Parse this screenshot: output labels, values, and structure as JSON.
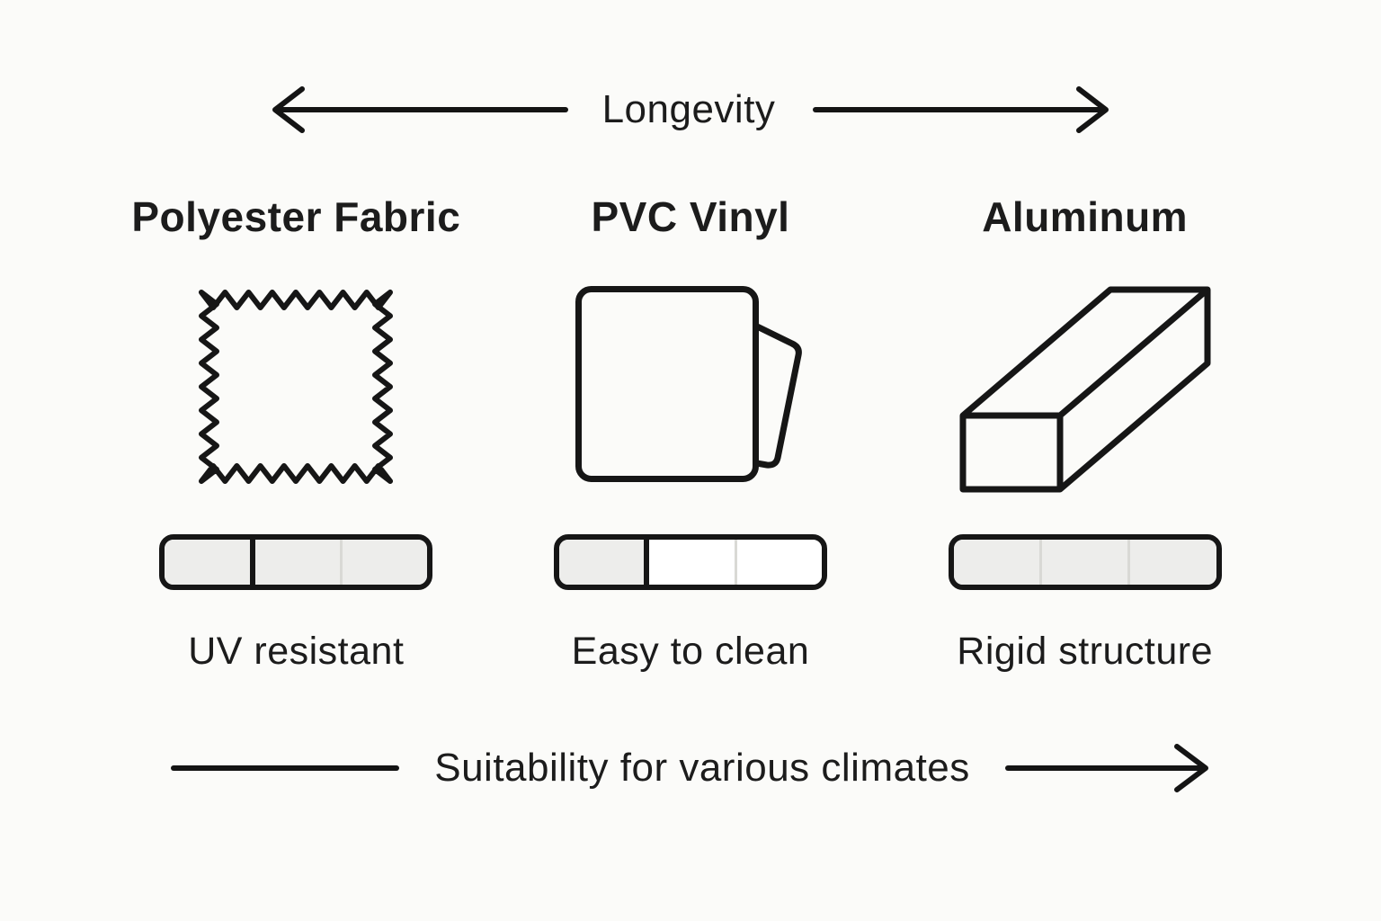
{
  "top_axis": {
    "label": "Longevity"
  },
  "bottom_axis": {
    "label": "Suitability for various climates"
  },
  "materials": [
    {
      "name": "Polyester Fabric",
      "feature": "UV resistant",
      "icon": "fabric-swatch-icon",
      "bar": {
        "segments": [
          "filled",
          "filled",
          "filled"
        ],
        "dividers": [
          "dark",
          "faint"
        ]
      }
    },
    {
      "name": "PVC Vinyl",
      "feature": "Easy to clean",
      "icon": "vinyl-sheet-icon",
      "bar": {
        "segments": [
          "filled",
          "empty",
          "empty"
        ],
        "dividers": [
          "dark",
          "faint"
        ]
      }
    },
    {
      "name": "Aluminum",
      "feature": "Rigid structure",
      "icon": "aluminum-bar-icon",
      "bar": {
        "segments": [
          "filled",
          "filled",
          "filled"
        ],
        "dividers": [
          "faint",
          "faint"
        ]
      }
    }
  ],
  "colors": {
    "background": "#fbfbf9",
    "ink": "#1c1c1c",
    "line": "#141414",
    "bar_fill": "#ededeb",
    "bar_empty": "#ffffff",
    "bar_dark_divider": "#161616",
    "bar_faint_divider": "#d9d9d5"
  }
}
